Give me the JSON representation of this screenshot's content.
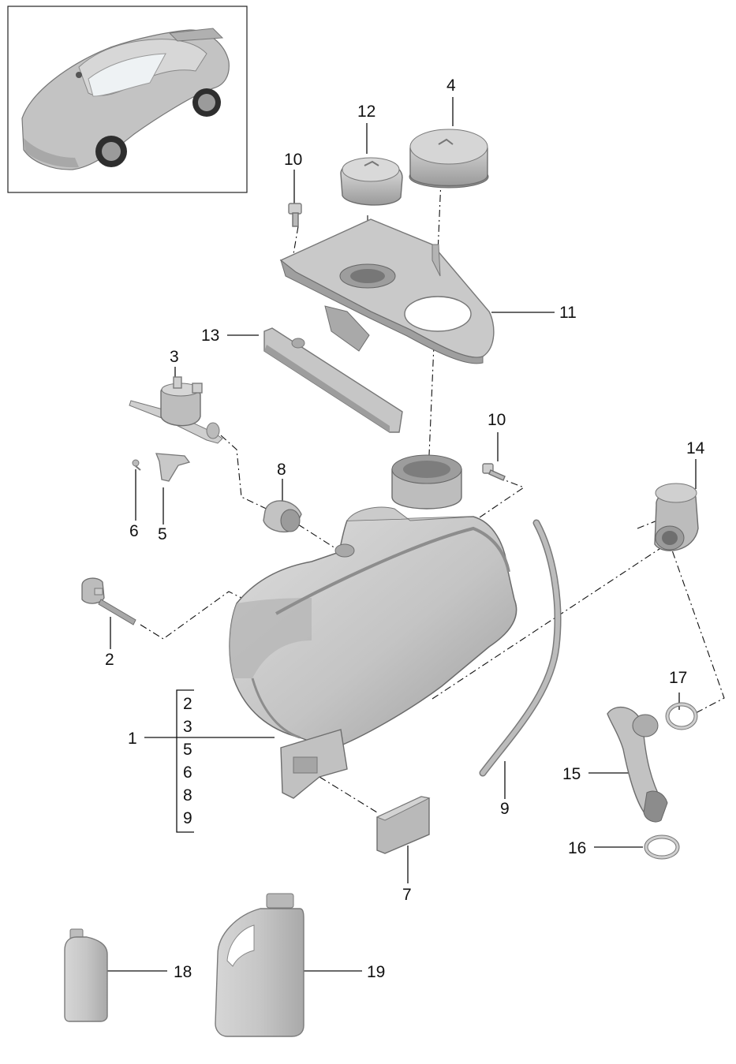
{
  "callouts": {
    "c1": "1",
    "c2": "2",
    "c3": "3",
    "c4": "4",
    "c5": "5",
    "c6": "6",
    "c7": "7",
    "c8": "8",
    "c9": "9",
    "c10a": "10",
    "c10b": "10",
    "c11": "11",
    "c12": "12",
    "c13": "13",
    "c14": "14",
    "c15": "15",
    "c16": "16",
    "c17": "17",
    "c18": "18",
    "c19": "19"
  },
  "bracket_items": [
    "2",
    "3",
    "5",
    "6",
    "8",
    "9"
  ]
}
